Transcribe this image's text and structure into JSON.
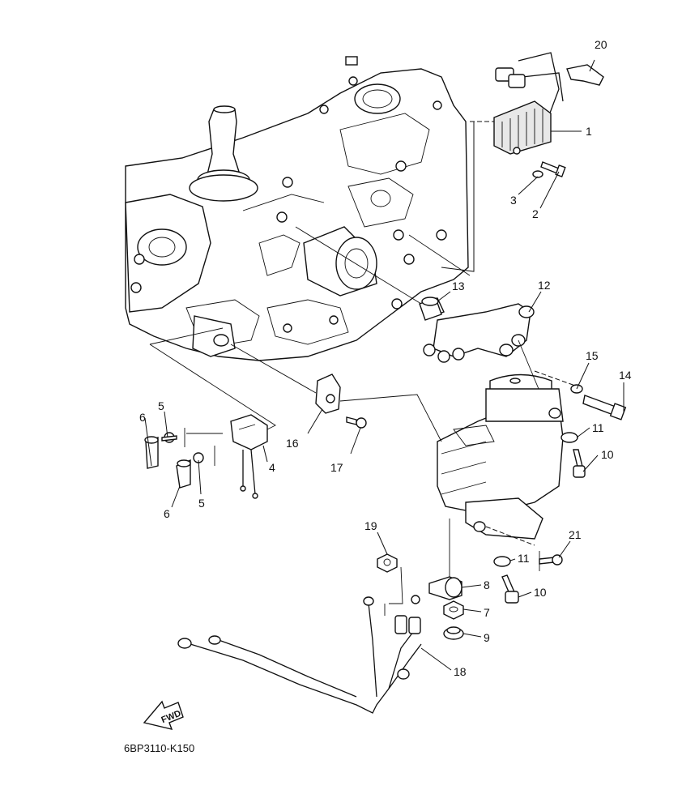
{
  "diagram": {
    "part_code": "6BP3110-K150",
    "fwd_label": "FWD",
    "callouts": [
      {
        "id": "c1",
        "label": "1"
      },
      {
        "id": "c2",
        "label": "2"
      },
      {
        "id": "c3",
        "label": "3"
      },
      {
        "id": "c4",
        "label": "4"
      },
      {
        "id": "c5a",
        "label": "5"
      },
      {
        "id": "c5b",
        "label": "5"
      },
      {
        "id": "c6a",
        "label": "6"
      },
      {
        "id": "c6b",
        "label": "6"
      },
      {
        "id": "c7",
        "label": "7"
      },
      {
        "id": "c8",
        "label": "8"
      },
      {
        "id": "c9",
        "label": "9"
      },
      {
        "id": "c10a",
        "label": "10"
      },
      {
        "id": "c10b",
        "label": "10"
      },
      {
        "id": "c11a",
        "label": "11"
      },
      {
        "id": "c11b",
        "label": "11"
      },
      {
        "id": "c12",
        "label": "12"
      },
      {
        "id": "c13",
        "label": "13"
      },
      {
        "id": "c14",
        "label": "14"
      },
      {
        "id": "c15",
        "label": "15"
      },
      {
        "id": "c16",
        "label": "16"
      },
      {
        "id": "c17",
        "label": "17"
      },
      {
        "id": "c18",
        "label": "18"
      },
      {
        "id": "c19",
        "label": "19"
      },
      {
        "id": "c20",
        "label": "20"
      },
      {
        "id": "c21",
        "label": "21"
      }
    ]
  }
}
